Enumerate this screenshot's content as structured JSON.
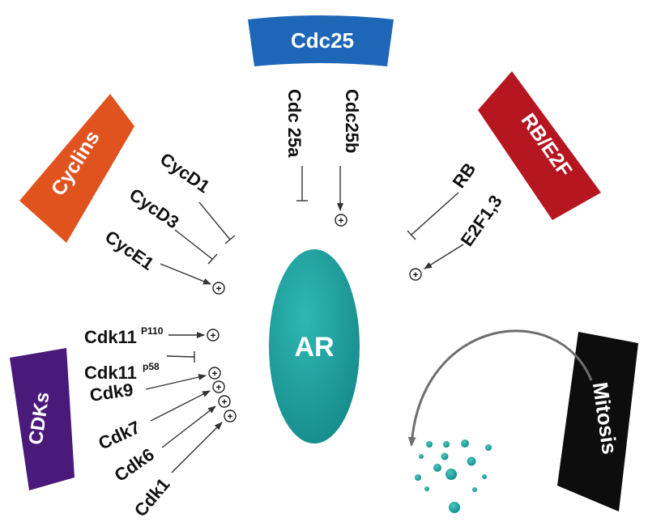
{
  "colors": {
    "cdc25": "#1e66b6",
    "rb_e2f": "#b5161f",
    "cyclins": "#e0531f",
    "cdks": "#4a1a7a",
    "mitosis": "#0d0d0d",
    "ar": "#1a9a9a"
  },
  "banners": {
    "cdc25": "Cdc25",
    "rb_e2f": "RB/E2F",
    "cyclins": "Cyclins",
    "cdks": "CDKs",
    "mitosis": "Mitosis"
  },
  "center": "AR",
  "cdc25_items": {
    "cdc25a": "Cdc 25a",
    "cdc25b": "Cdc25b"
  },
  "rb_items": {
    "rb": "RB",
    "e2f": "E2F1,3"
  },
  "cyclin_items": {
    "d1": "CycD1",
    "d3": "CycD3",
    "e1": "CycE1"
  },
  "cdk_items": {
    "cdk11_p110": "Cdk11",
    "cdk11_p110_sup": "P110",
    "cdk11_p58": "Cdk11",
    "cdk11_p58_sup": "p58",
    "cdk9": "Cdk9",
    "cdk7": "Cdk7",
    "cdk6": "Cdk6",
    "cdk1": "Cdk1"
  },
  "plus_symbol": "+"
}
